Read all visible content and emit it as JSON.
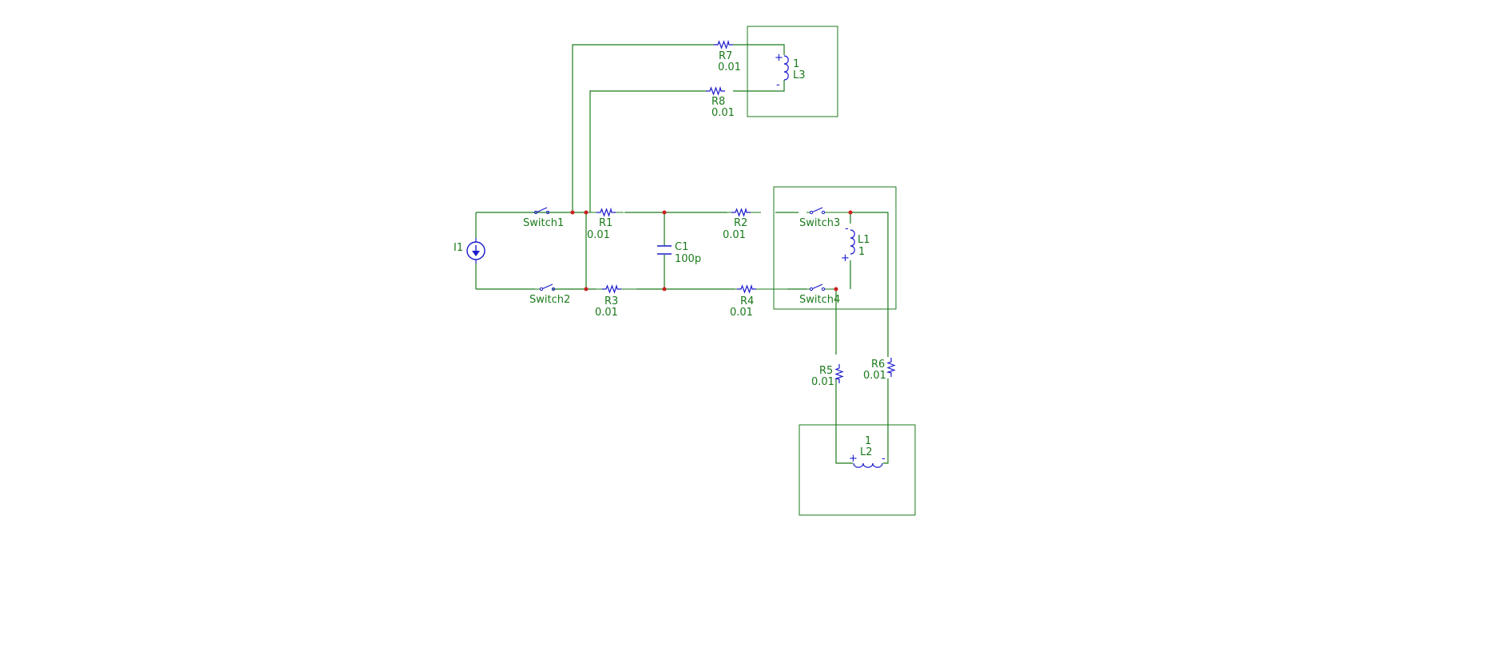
{
  "colors": {
    "wire": "#1b7a1b",
    "component": "#1a1acc",
    "label": "#1b7a1b",
    "junction": "#cc1f1f",
    "background": "#ffffff"
  },
  "components": {
    "I1": {
      "name": "I1"
    },
    "Switch1": {
      "name": "Switch1"
    },
    "Switch2": {
      "name": "Switch2"
    },
    "Switch3": {
      "name": "Switch3"
    },
    "Switch4": {
      "name": "Switch4"
    },
    "R1": {
      "name": "R1",
      "value": "0.01"
    },
    "R2": {
      "name": "R2",
      "value": "0.01"
    },
    "R3": {
      "name": "R3",
      "value": "0.01"
    },
    "R4": {
      "name": "R4",
      "value": "0.01"
    },
    "R5": {
      "name": "R5",
      "value": "0.01"
    },
    "R6": {
      "name": "R6",
      "value": "0.01"
    },
    "R7": {
      "name": "R7",
      "value": "0.01"
    },
    "R8": {
      "name": "R8",
      "value": "0.01"
    },
    "C1": {
      "name": "C1",
      "value": "100p"
    },
    "L1": {
      "name": "L1",
      "value": "1"
    },
    "L2": {
      "name": "L2",
      "value": "1"
    },
    "L3": {
      "name": "L3",
      "value": "1"
    }
  },
  "polarity": {
    "plus": "+",
    "minus": "-"
  }
}
